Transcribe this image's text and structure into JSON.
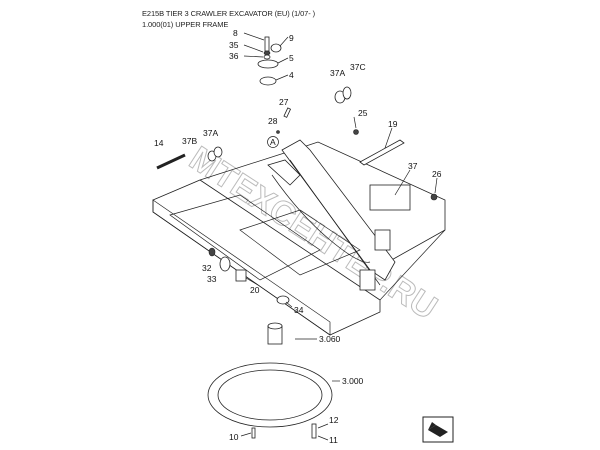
{
  "header": {
    "model": "E215B TIER 3 CRAWLER EXCAVATOR (EU) (1/07- )",
    "section": "1.000(01) UPPER FRAME"
  },
  "watermark": "MTEXCEHTEP.RU",
  "callouts": {
    "c8": "8",
    "c35": "35",
    "c36": "36",
    "c9": "9",
    "c5": "5",
    "c4": "4",
    "c37a_top": "37A",
    "c37c": "37C",
    "c27": "27",
    "c25": "25",
    "c28": "28",
    "c19": "19",
    "ref_a": "A",
    "c14": "14",
    "c37b": "37B",
    "c37a": "37A",
    "c37": "37",
    "c26": "26",
    "c32": "32",
    "c33": "33",
    "c20": "20",
    "c34": "34",
    "c3060": "3.060",
    "c3000": "3.000",
    "c12": "12",
    "c10": "10",
    "c11": "11"
  }
}
